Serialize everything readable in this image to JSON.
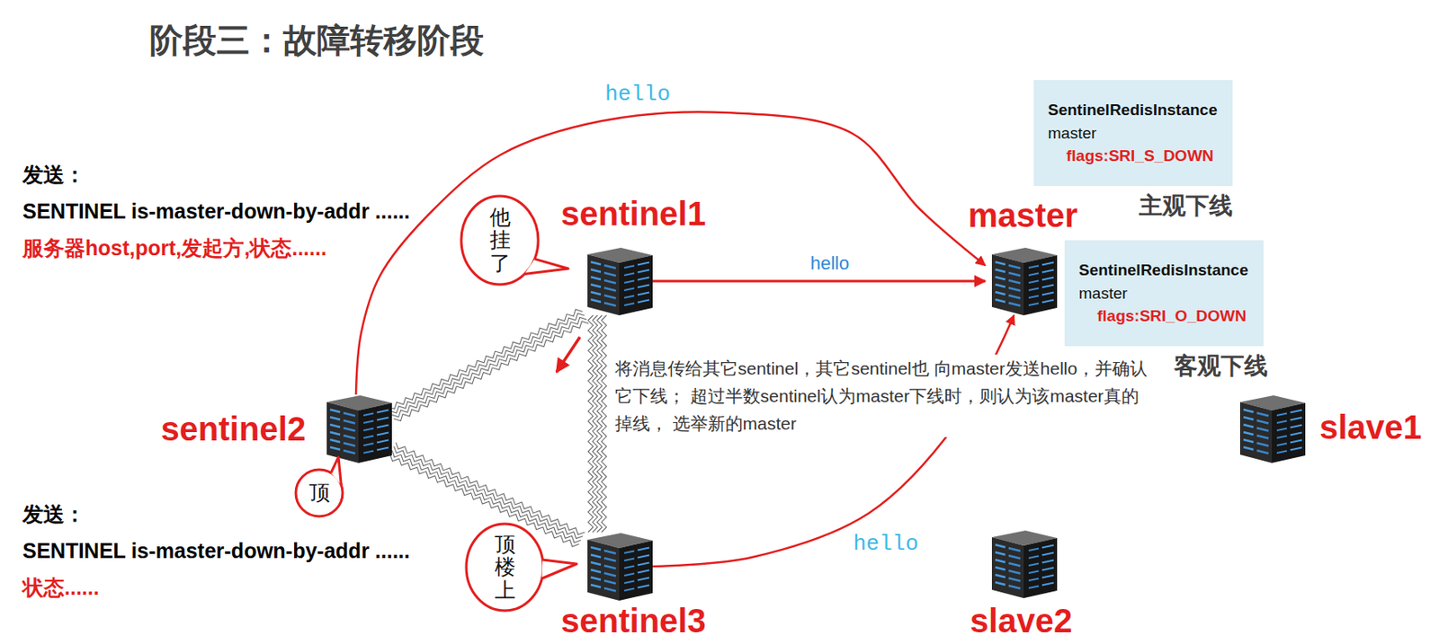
{
  "diagram": {
    "title": "阶段三：故障转移阶段",
    "nodes": [
      {
        "text": [
          "SentinelRedisInstance",
          "master",
          "flags:SRI_S_DOWN",
          "主观下线"
        ]
      },
      {
        "text": [
          "他挂了"
        ]
      },
      {
        "text": [
          "sentinel1"
        ]
      },
      {
        "text": [
          "master"
        ]
      },
      {
        "text": [
          "SentinelRedisInstance",
          "master",
          "flags:SRI_O_DOWN",
          "客观下线"
        ]
      },
      {
        "text": [
          "sentinel2"
        ]
      },
      {
        "text": [
          "slave1"
        ]
      },
      {
        "text": [
          "顶"
        ]
      },
      {
        "text": [
          "顶楼上"
        ]
      },
      {
        "text": [
          "sentinel3"
        ]
      },
      {
        "text": [
          "slave2"
        ]
      }
    ],
    "edges": [
      {
        "from": 5,
        "to": 3,
        "label": "hello",
        "arrow": "to"
      },
      {
        "from": 2,
        "to": 3,
        "label": "hello",
        "arrow": "to"
      },
      {
        "from": 9,
        "to": 3,
        "label": "hello",
        "arrow": "to"
      },
      {
        "from": 2,
        "to": 5,
        "arrow": "none"
      },
      {
        "from": 5,
        "to": 9,
        "arrow": "none"
      },
      {
        "from": 2,
        "to": 9,
        "arrow": "none"
      }
    ],
    "labels": [
      "发送：",
      "SENTINEL is-master-down-by-addr ......",
      "服务器host,port,发起方,状态......",
      "将消息传给其它sentinel，其它sentinel也 向master发送hello，并确认它下线； 超过半数sentinel认为master下线时，则认为该master真的掉线， 选举新的master",
      "发送：",
      "SENTINEL is-master-down-by-addr ......",
      "状态......"
    ]
  }
}
